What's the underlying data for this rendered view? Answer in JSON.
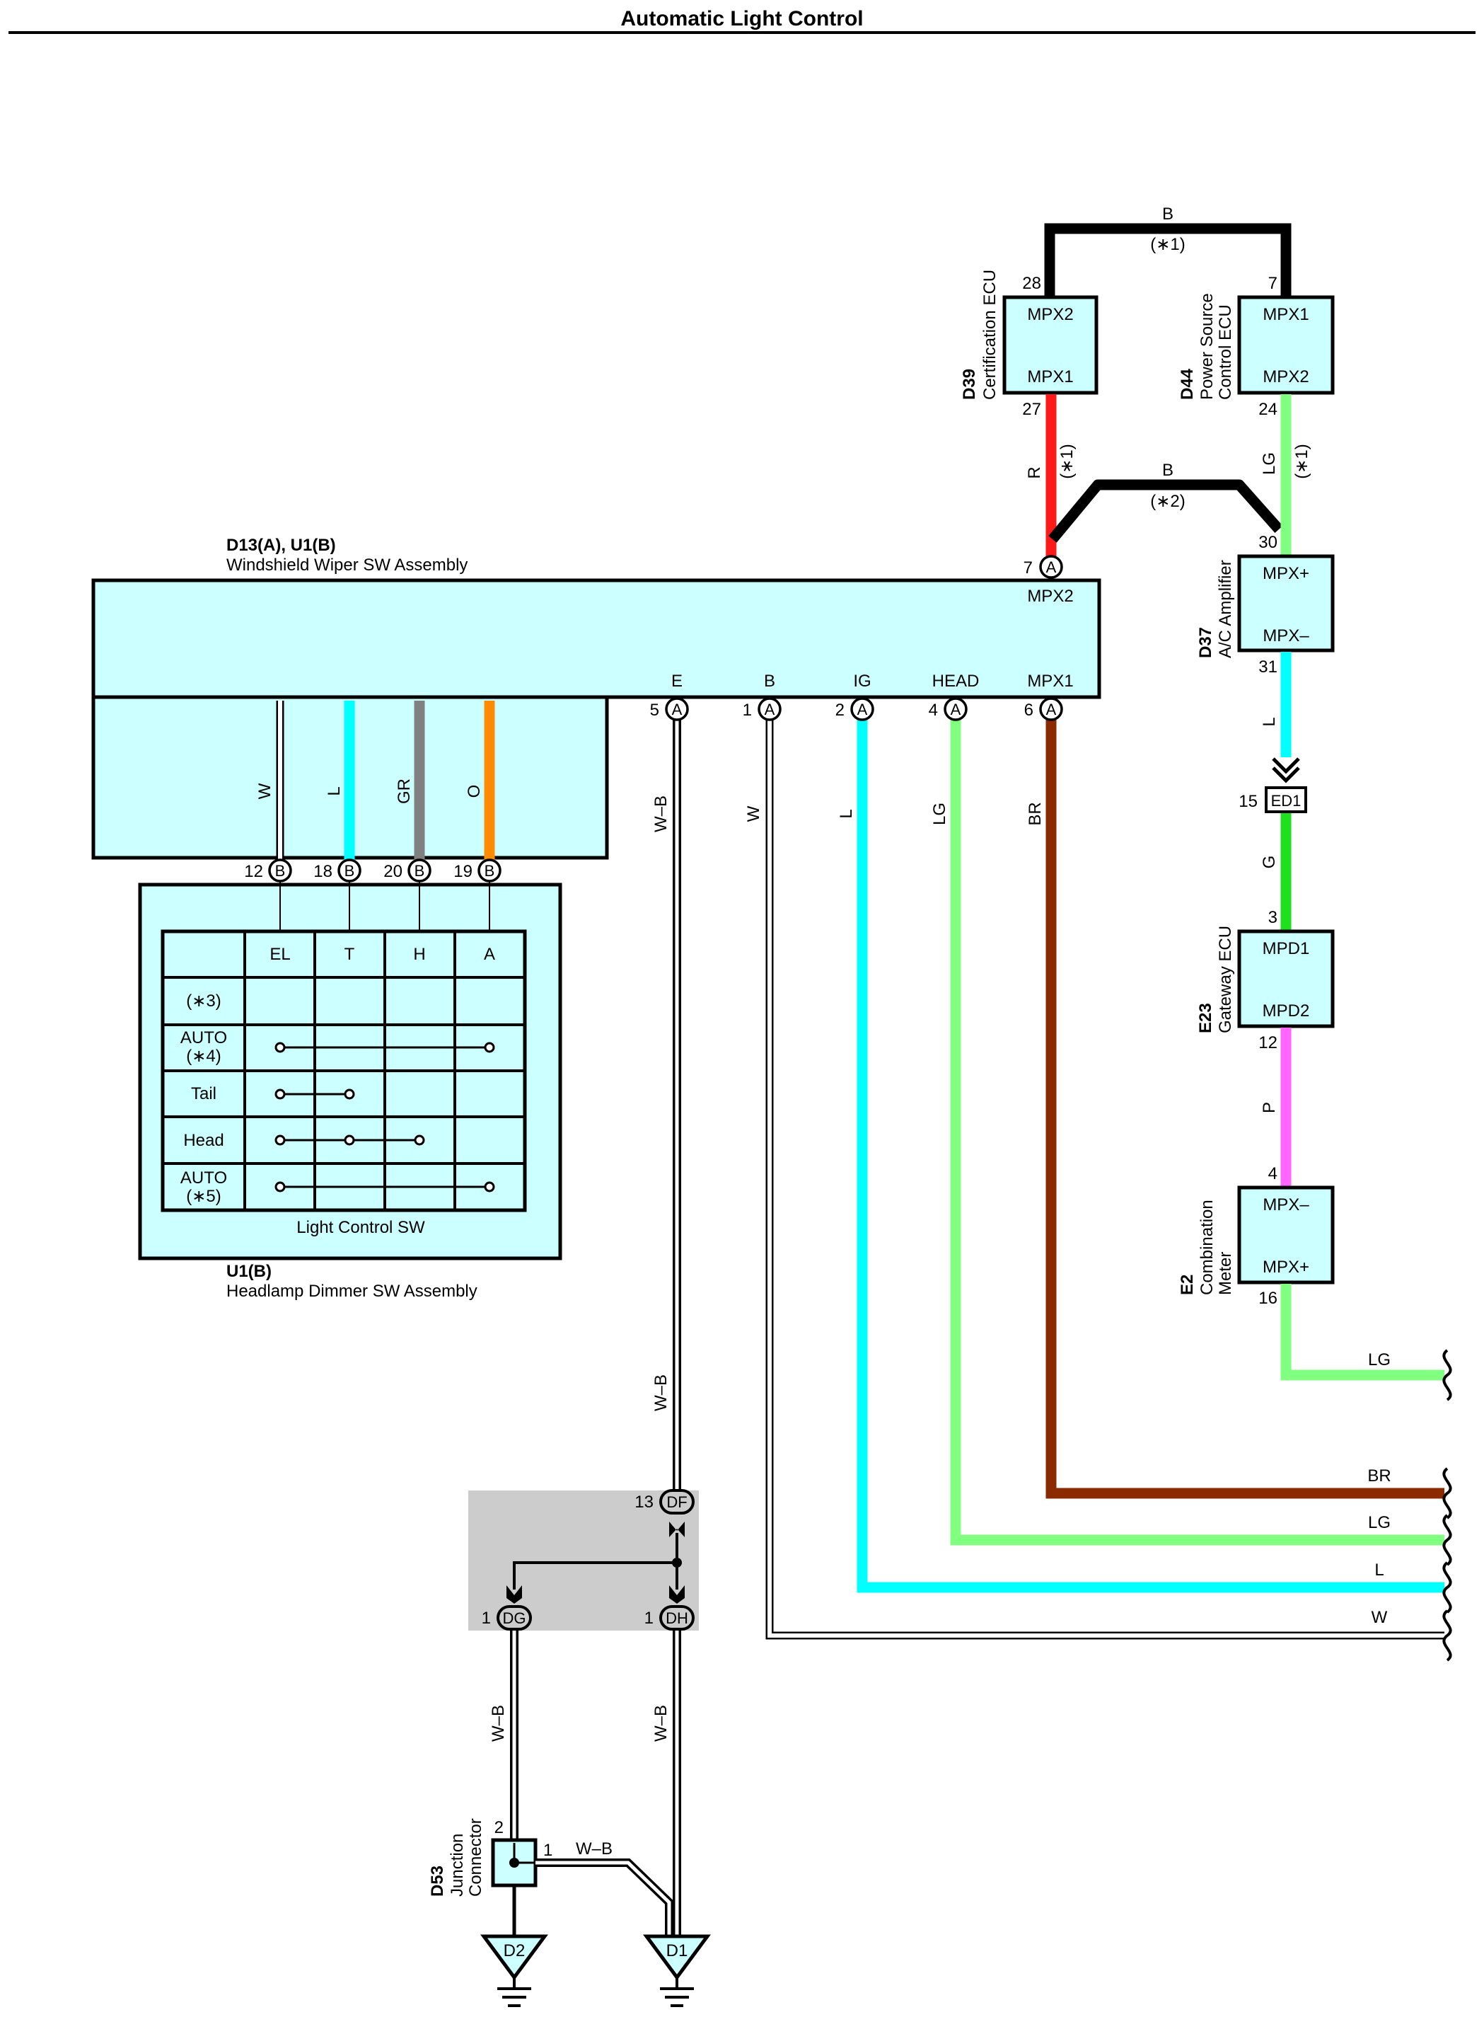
{
  "title": "Automatic Light Control",
  "colors": {
    "black": "#000000",
    "red": "#ff1a1a",
    "light_green": "#80ff80",
    "cyan": "#00ffff",
    "green": "#1ee01e",
    "pink": "#ff66ff",
    "brown": "#8b2a00",
    "gray": "#808080",
    "orange": "#ff8c00",
    "box_fill": "#ccffff",
    "splice_shade": "#cccccc"
  },
  "components": {
    "wiper_assembly": {
      "ref": "D13(A), U1(B)",
      "name": "Windshield Wiper SW Assembly"
    },
    "dimmer_assembly": {
      "ref": "U1(B)",
      "name": "Headlamp Dimmer SW Assembly"
    },
    "certification_ecu": {
      "ref": "D39",
      "name": "Certification ECU",
      "term_top": "MPX2",
      "term_bottom": "MPX1",
      "pin_top": "28",
      "pin_bottom": "27"
    },
    "power_source_ecu": {
      "ref": "D44",
      "name_1": "Power Source",
      "name_2": "Control ECU",
      "term_top": "MPX1",
      "term_bottom": "MPX2",
      "pin_top": "7",
      "pin_bottom": "24"
    },
    "ac_amplifier": {
      "ref": "D37",
      "name": "A/C Amplifier",
      "term_top": "MPX+",
      "term_bottom": "MPX–",
      "pin_top": "30",
      "pin_bottom": "31"
    },
    "gateway_ecu": {
      "ref": "E23",
      "name": "Gateway ECU",
      "term_top": "MPD1",
      "term_bottom": "MPD2",
      "pin_top": "3",
      "pin_bottom": "12"
    },
    "combination_meter": {
      "ref": "E2",
      "name_1": "Combination",
      "name_2": "Meter",
      "term_top": "MPX–",
      "term_bottom": "MPX+",
      "pin_top": "4",
      "pin_bottom": "16"
    },
    "junction_connector": {
      "ref": "D53",
      "name_1": "Junction",
      "name_2": "Connector",
      "pin_a": "2",
      "pin_b": "1"
    }
  },
  "wiper_terminals": {
    "mpx2": {
      "label": "MPX2",
      "pin": "7",
      "conn": "A"
    },
    "e": {
      "label": "E",
      "pin": "5",
      "conn": "A"
    },
    "b": {
      "label": "B",
      "pin": "1",
      "conn": "A"
    },
    "ig": {
      "label": "IG",
      "pin": "2",
      "conn": "A"
    },
    "head": {
      "label": "HEAD",
      "pin": "4",
      "conn": "A"
    },
    "mpx1": {
      "label": "MPX1",
      "pin": "6",
      "conn": "A"
    }
  },
  "dimmer_pins": [
    {
      "pin": "12",
      "conn": "B",
      "wire": "W"
    },
    {
      "pin": "18",
      "conn": "B",
      "wire": "L"
    },
    {
      "pin": "20",
      "conn": "B",
      "wire": "GR"
    },
    {
      "pin": "19",
      "conn": "B",
      "wire": "O"
    }
  ],
  "switch_table": {
    "caption": "Light Control SW",
    "columns": [
      "EL",
      "T",
      "H",
      "A"
    ],
    "rows": [
      {
        "label_1": "(∗3)",
        "label_2": ""
      },
      {
        "label_1": "AUTO",
        "label_2": "(∗4)"
      },
      {
        "label_1": "Tail",
        "label_2": ""
      },
      {
        "label_1": "Head",
        "label_2": ""
      },
      {
        "label_1": "AUTO",
        "label_2": "(∗5)"
      }
    ]
  },
  "wire_labels": {
    "b_top": "B",
    "note_1_top": "(∗1)",
    "r": "R",
    "note_1_r": "(∗1)",
    "b_mid": "B",
    "note_2": "(∗2)",
    "lg_top": "LG",
    "note_1_lg": "(∗1)",
    "l_amp": "L",
    "g": "G",
    "p": "P",
    "wb_1": "W–B",
    "w": "W",
    "l": "L",
    "lg": "LG",
    "br": "BR",
    "wb_2": "W–B",
    "wb_3": "W–B",
    "wb_4": "W–B",
    "wb_5": "W–B"
  },
  "connectors": {
    "ed1": {
      "pin": "15",
      "label": "ED1"
    },
    "df": {
      "pin": "13",
      "label": "DF"
    },
    "dg": {
      "pin": "1",
      "label": "DG"
    },
    "dh": {
      "pin": "1",
      "label": "DH"
    }
  },
  "grounds": {
    "d2": "D2",
    "d1": "D1"
  },
  "continuations": {
    "lg_meter": "LG",
    "br": "BR",
    "lg": "LG",
    "l": "L",
    "w": "W"
  }
}
